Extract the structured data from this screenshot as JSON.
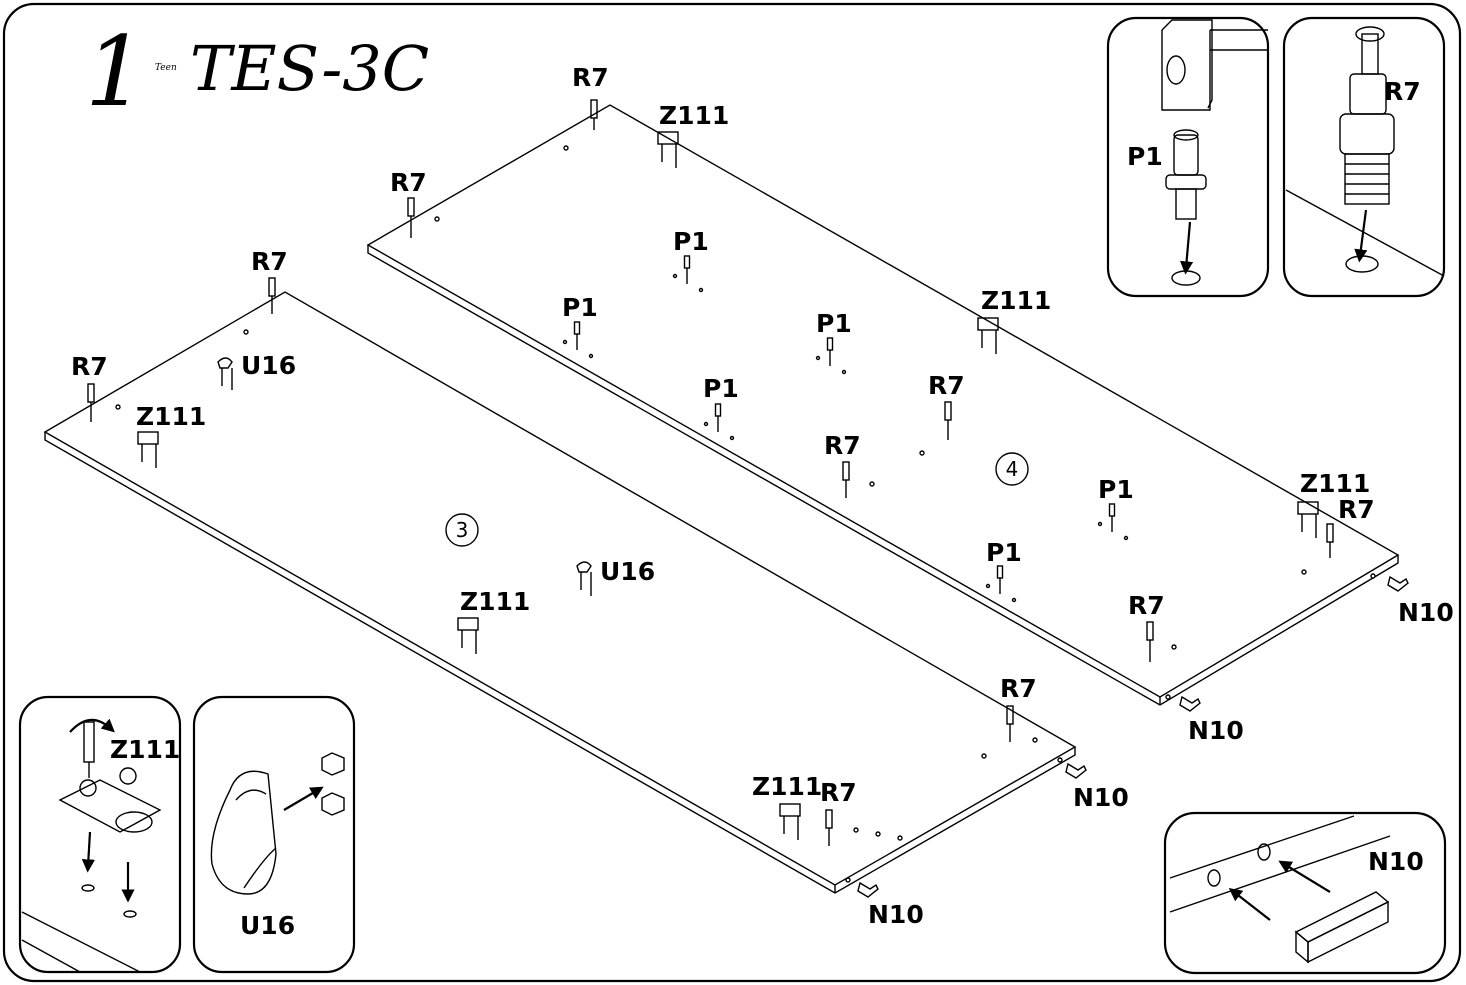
{
  "header": {
    "step_number": "1",
    "brand": "Teen",
    "model": "TES-3C"
  },
  "panels": {
    "panel_3": "3",
    "panel_4": "4"
  },
  "parts": {
    "R7": "R7",
    "Z111": "Z111",
    "P1": "P1",
    "U16": "U16",
    "N10": "N10"
  },
  "details": {
    "p1_label": "P1",
    "r7_label": "R7",
    "z111_label": "Z111",
    "u16_label": "U16",
    "n10_label": "N10"
  },
  "colors": {
    "line": "#000000",
    "background": "#ffffff"
  }
}
